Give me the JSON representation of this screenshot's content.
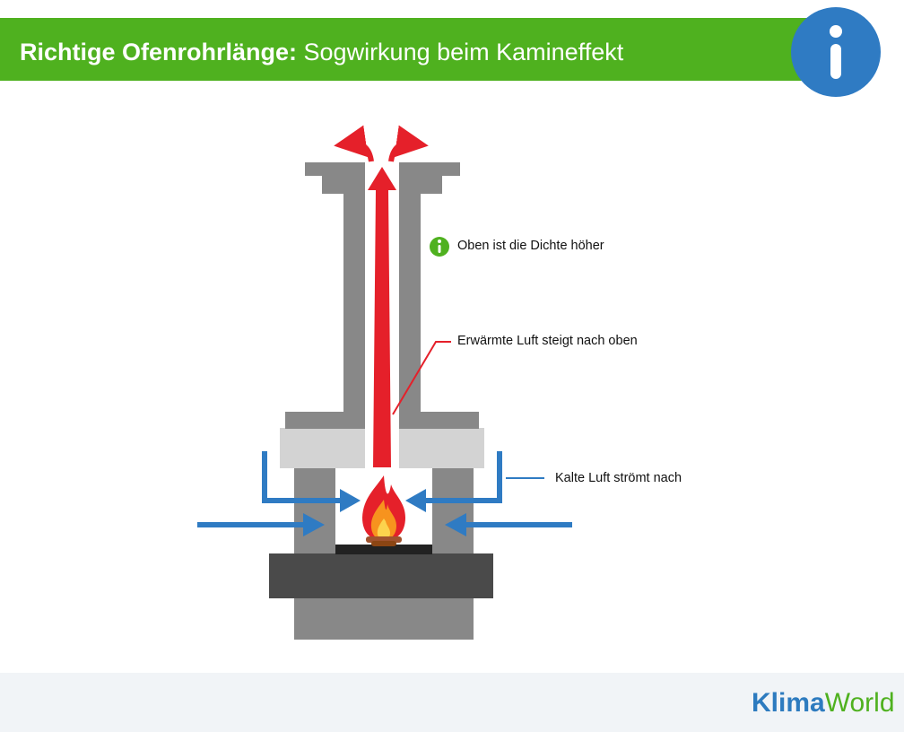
{
  "header": {
    "title_bold": "Richtige Ofenrohrlänge:",
    "title_rest": " Sogwirkung beim Kamineffekt",
    "info_icon": "info-icon"
  },
  "labels": {
    "density": "Oben ist die Dichte höher",
    "warm_air": "Erwärmte Luft steigt nach oben",
    "cold_air": "Kalte Luft strömt nach"
  },
  "logo": {
    "part1": "Klima",
    "part2": "World"
  },
  "colors": {
    "green": "#4fb11f",
    "blue": "#2f7bc3",
    "red": "#e5202a",
    "gray": "#888888",
    "dark": "#4a4a4a"
  }
}
